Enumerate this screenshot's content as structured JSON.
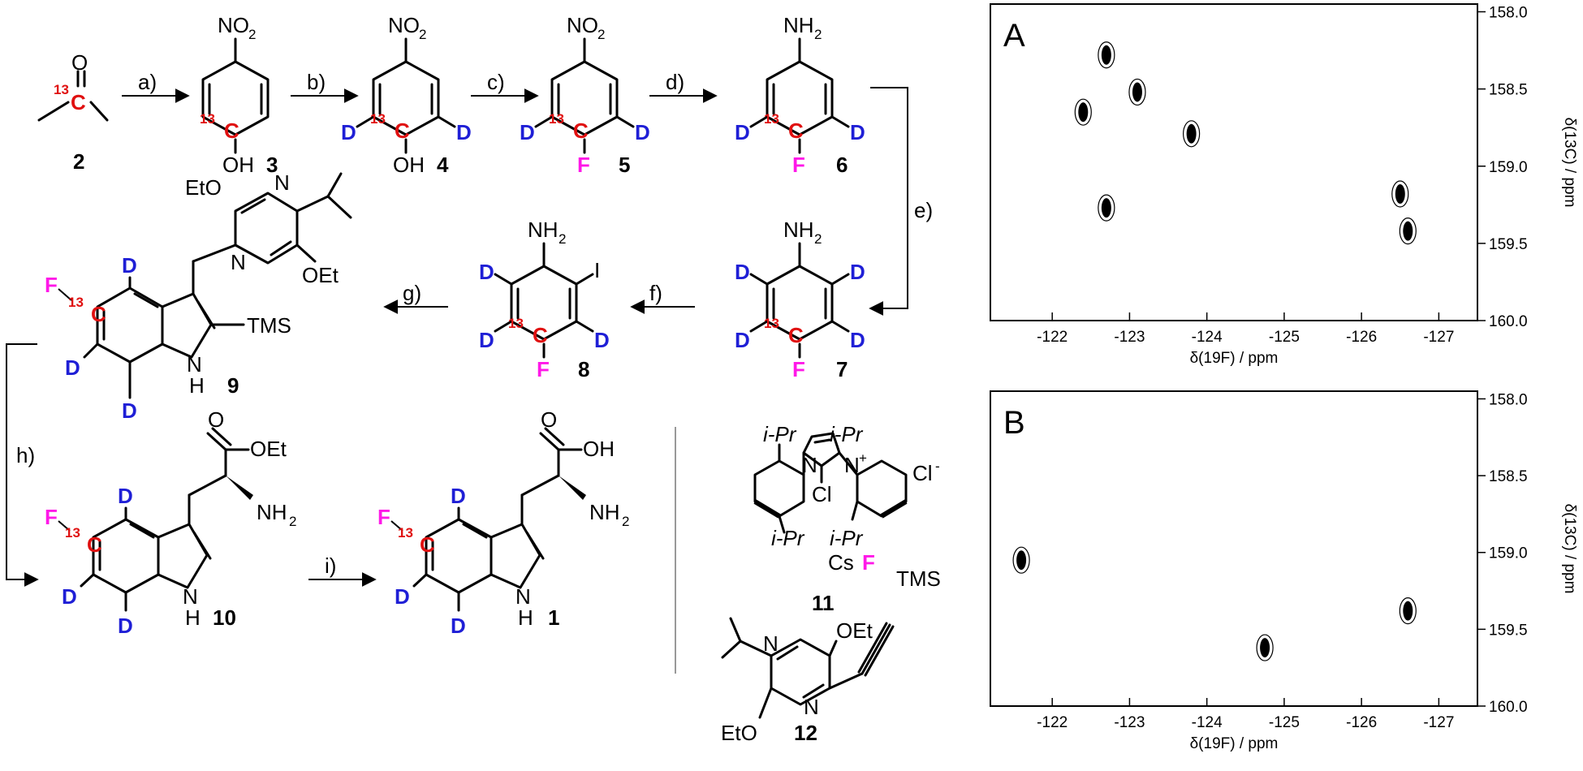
{
  "scheme": {
    "compounds": [
      "2",
      "3",
      "4",
      "5",
      "6",
      "7",
      "8",
      "9",
      "10",
      "1",
      "11",
      "12"
    ],
    "steps": [
      "a)",
      "b)",
      "c)",
      "d)",
      "e)",
      "f)",
      "g)",
      "h)",
      "i)"
    ],
    "atoms": {
      "O": "O",
      "C": "C",
      "isotope": "13",
      "NO2": "NO",
      "NO2_sub": "2",
      "NH2": "NH",
      "NH2_sub": "2",
      "OH": "OH",
      "D": "D",
      "F": "F",
      "I": "I",
      "N": "N",
      "NH": "N",
      "H": "H",
      "EtO": "EtO",
      "OEt": "OEt",
      "TMS": "TMS",
      "iPr": "i-Pr",
      "Cl": "Cl",
      "Cs": "Cs"
    }
  },
  "spectra": {
    "x_label": "δ(19F) / ppm",
    "y_label": "δ(13C) / ppm",
    "x_ticks": [
      "-122",
      "-123",
      "-124",
      "-125",
      "-126",
      "-127"
    ],
    "y_ticks": [
      "158.0",
      "158.5",
      "159.0",
      "159.5",
      "160.0"
    ]
  },
  "chart_data": [
    {
      "type": "scatter",
      "panel": "A",
      "xlabel": "δ(19F) / ppm",
      "ylabel": "δ(13C) / ppm",
      "xlim": [
        -121.2,
        -127.5
      ],
      "ylim": [
        157.95,
        160.0
      ],
      "points": [
        {
          "x": -122.7,
          "y": 158.28
        },
        {
          "x": -123.1,
          "y": 158.52
        },
        {
          "x": -122.4,
          "y": 158.65
        },
        {
          "x": -123.8,
          "y": 158.79
        },
        {
          "x": -122.7,
          "y": 159.27
        },
        {
          "x": -126.5,
          "y": 159.18
        },
        {
          "x": -126.6,
          "y": 159.42
        }
      ]
    },
    {
      "type": "scatter",
      "panel": "B",
      "xlabel": "δ(19F) / ppm",
      "ylabel": "δ(13C) / ppm",
      "xlim": [
        -121.2,
        -127.5
      ],
      "ylim": [
        157.95,
        160.0
      ],
      "points": [
        {
          "x": -124.75,
          "y": 159.62
        },
        {
          "x": -126.6,
          "y": 159.38
        },
        {
          "x": -121.6,
          "y": 159.05
        }
      ]
    }
  ]
}
